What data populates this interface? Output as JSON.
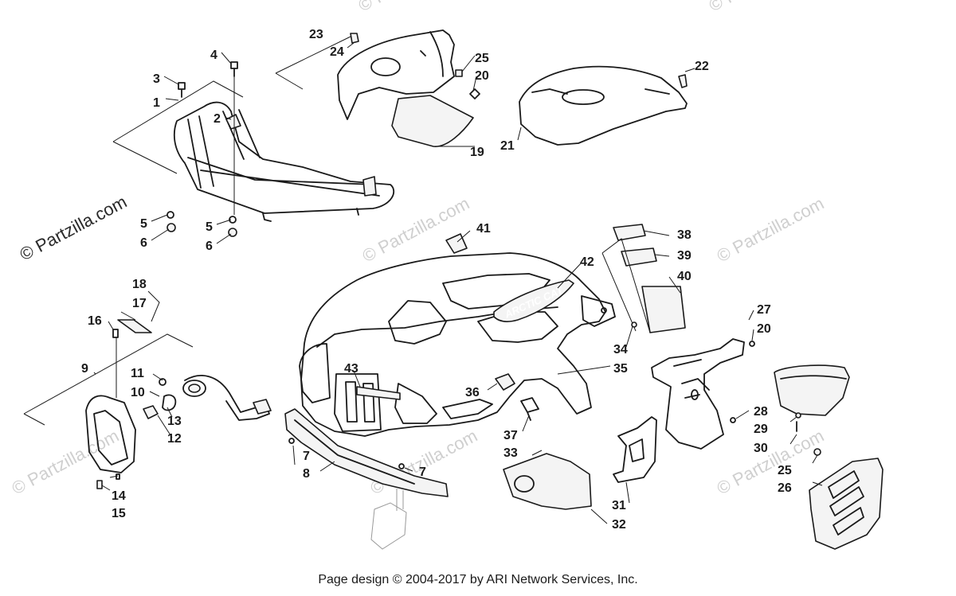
{
  "watermark": {
    "text": "© Partzilla.com"
  },
  "callouts": [
    {
      "id": "1",
      "text": "1"
    },
    {
      "id": "2",
      "text": "2"
    },
    {
      "id": "3",
      "text": "3"
    },
    {
      "id": "4",
      "text": "4"
    },
    {
      "id": "5a",
      "text": "5"
    },
    {
      "id": "5b",
      "text": "5"
    },
    {
      "id": "6a",
      "text": "6"
    },
    {
      "id": "6b",
      "text": "6"
    },
    {
      "id": "7a",
      "text": "7"
    },
    {
      "id": "7b",
      "text": "7"
    },
    {
      "id": "8",
      "text": "8"
    },
    {
      "id": "9",
      "text": "9"
    },
    {
      "id": "10",
      "text": "10"
    },
    {
      "id": "11",
      "text": "11"
    },
    {
      "id": "12",
      "text": "12"
    },
    {
      "id": "13",
      "text": "13"
    },
    {
      "id": "14",
      "text": "14"
    },
    {
      "id": "15",
      "text": "15"
    },
    {
      "id": "16",
      "text": "16"
    },
    {
      "id": "17",
      "text": "17"
    },
    {
      "id": "18",
      "text": "18"
    },
    {
      "id": "19",
      "text": "19"
    },
    {
      "id": "20a",
      "text": "20"
    },
    {
      "id": "20b",
      "text": "20"
    },
    {
      "id": "21",
      "text": "21"
    },
    {
      "id": "22",
      "text": "22"
    },
    {
      "id": "23",
      "text": "23"
    },
    {
      "id": "24",
      "text": "24"
    },
    {
      "id": "25a",
      "text": "25"
    },
    {
      "id": "25b",
      "text": "25"
    },
    {
      "id": "26",
      "text": "26"
    },
    {
      "id": "27",
      "text": "27"
    },
    {
      "id": "28",
      "text": "28"
    },
    {
      "id": "29",
      "text": "29"
    },
    {
      "id": "30",
      "text": "30"
    },
    {
      "id": "31",
      "text": "31"
    },
    {
      "id": "32",
      "text": "32"
    },
    {
      "id": "33",
      "text": "33"
    },
    {
      "id": "34",
      "text": "34"
    },
    {
      "id": "35",
      "text": "35"
    },
    {
      "id": "36",
      "text": "36"
    },
    {
      "id": "37",
      "text": "37"
    },
    {
      "id": "38",
      "text": "38"
    },
    {
      "id": "39",
      "text": "39"
    },
    {
      "id": "40",
      "text": "40"
    },
    {
      "id": "41",
      "text": "41"
    },
    {
      "id": "42",
      "text": "42"
    },
    {
      "id": "43",
      "text": "43"
    }
  ],
  "decal_text": "ARCTIC CAT",
  "footer": "Page design © 2004-2017 by ARI Network Services, Inc."
}
